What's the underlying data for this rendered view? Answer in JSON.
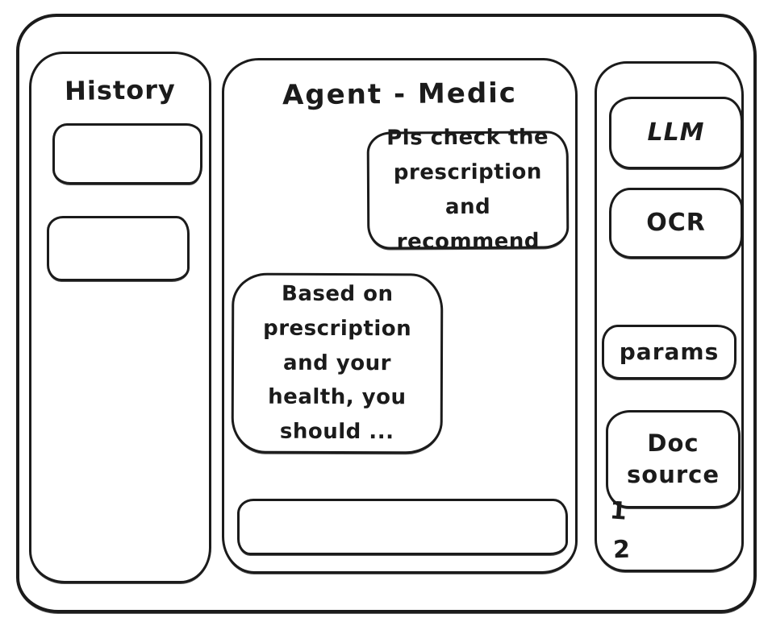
{
  "colors": {
    "ink": "#1b1b1b",
    "background": "#ffffff"
  },
  "history": {
    "title": "History",
    "items": [
      "",
      ""
    ]
  },
  "chat": {
    "title": "Agent - Medic",
    "messages": [
      {
        "role": "user",
        "text": "Pls check the prescription and recommend"
      },
      {
        "role": "agent",
        "text": "Based on prescription and your health, you should ..."
      }
    ],
    "input_value": ""
  },
  "tools": {
    "buttons": [
      {
        "label": "LLM"
      },
      {
        "label": "OCR"
      },
      {
        "label": "params"
      },
      {
        "label": "Doc source"
      }
    ],
    "doc_items": [
      "1",
      "2"
    ]
  }
}
